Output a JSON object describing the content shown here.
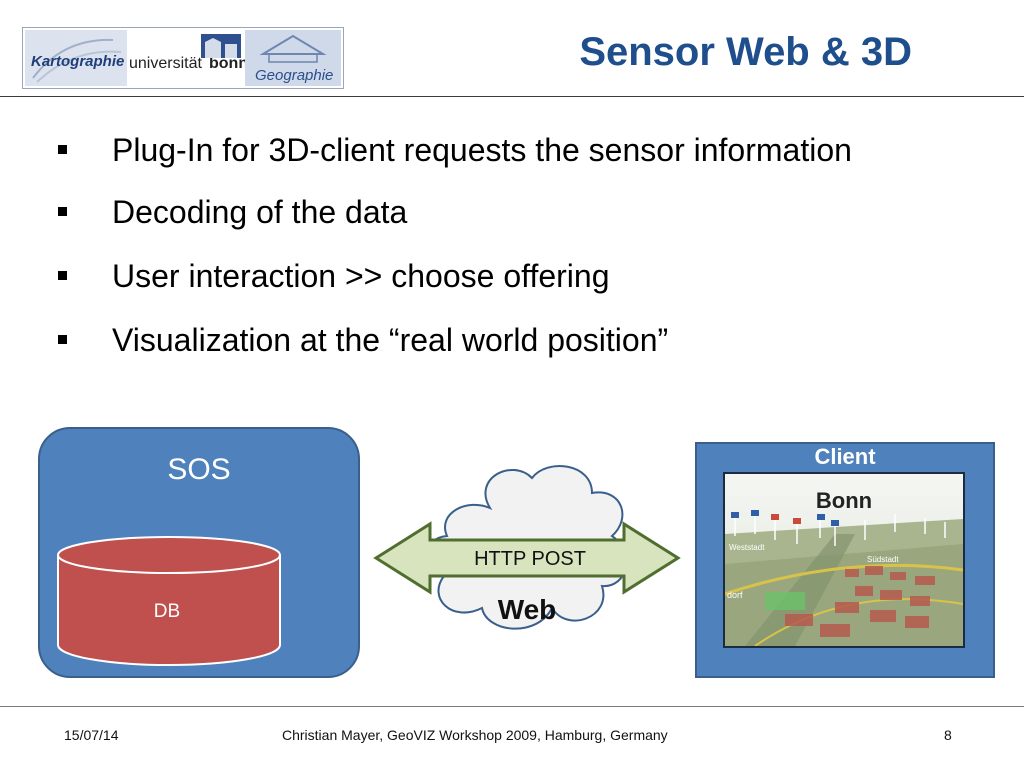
{
  "header": {
    "logo": {
      "text_left": "Kartographie",
      "text_middle": "universität",
      "text_bold": "bonn",
      "text_right": "Geographie"
    },
    "title": "Sensor Web & 3D"
  },
  "bullets": [
    {
      "text": "Plug-In for 3D-client requests the sensor information"
    },
    {
      "text": "Decoding of the data"
    },
    {
      "text": "User interaction >> choose offering"
    },
    {
      "text": "Visualization at the “real world position”"
    }
  ],
  "diagram": {
    "sos_label": "SOS",
    "db_label": "DB",
    "arrow_label": "HTTP POST",
    "cloud_label": "Web",
    "client_label": "Client",
    "map_label": "Bonn",
    "map_place_labels": [
      "Weststadt",
      "Südstadt",
      "dorf"
    ]
  },
  "footer": {
    "date": "15/07/14",
    "credit": "Christian Mayer, GeoVIZ Workshop 2009, Hamburg, Germany",
    "page": "8"
  },
  "colors": {
    "title": "#1f4e8c",
    "box_blue": "#4f81bd",
    "db_red": "#c0504d",
    "arrow_green": "#d7e4bd",
    "cloud_fill": "#f2f2f2"
  }
}
